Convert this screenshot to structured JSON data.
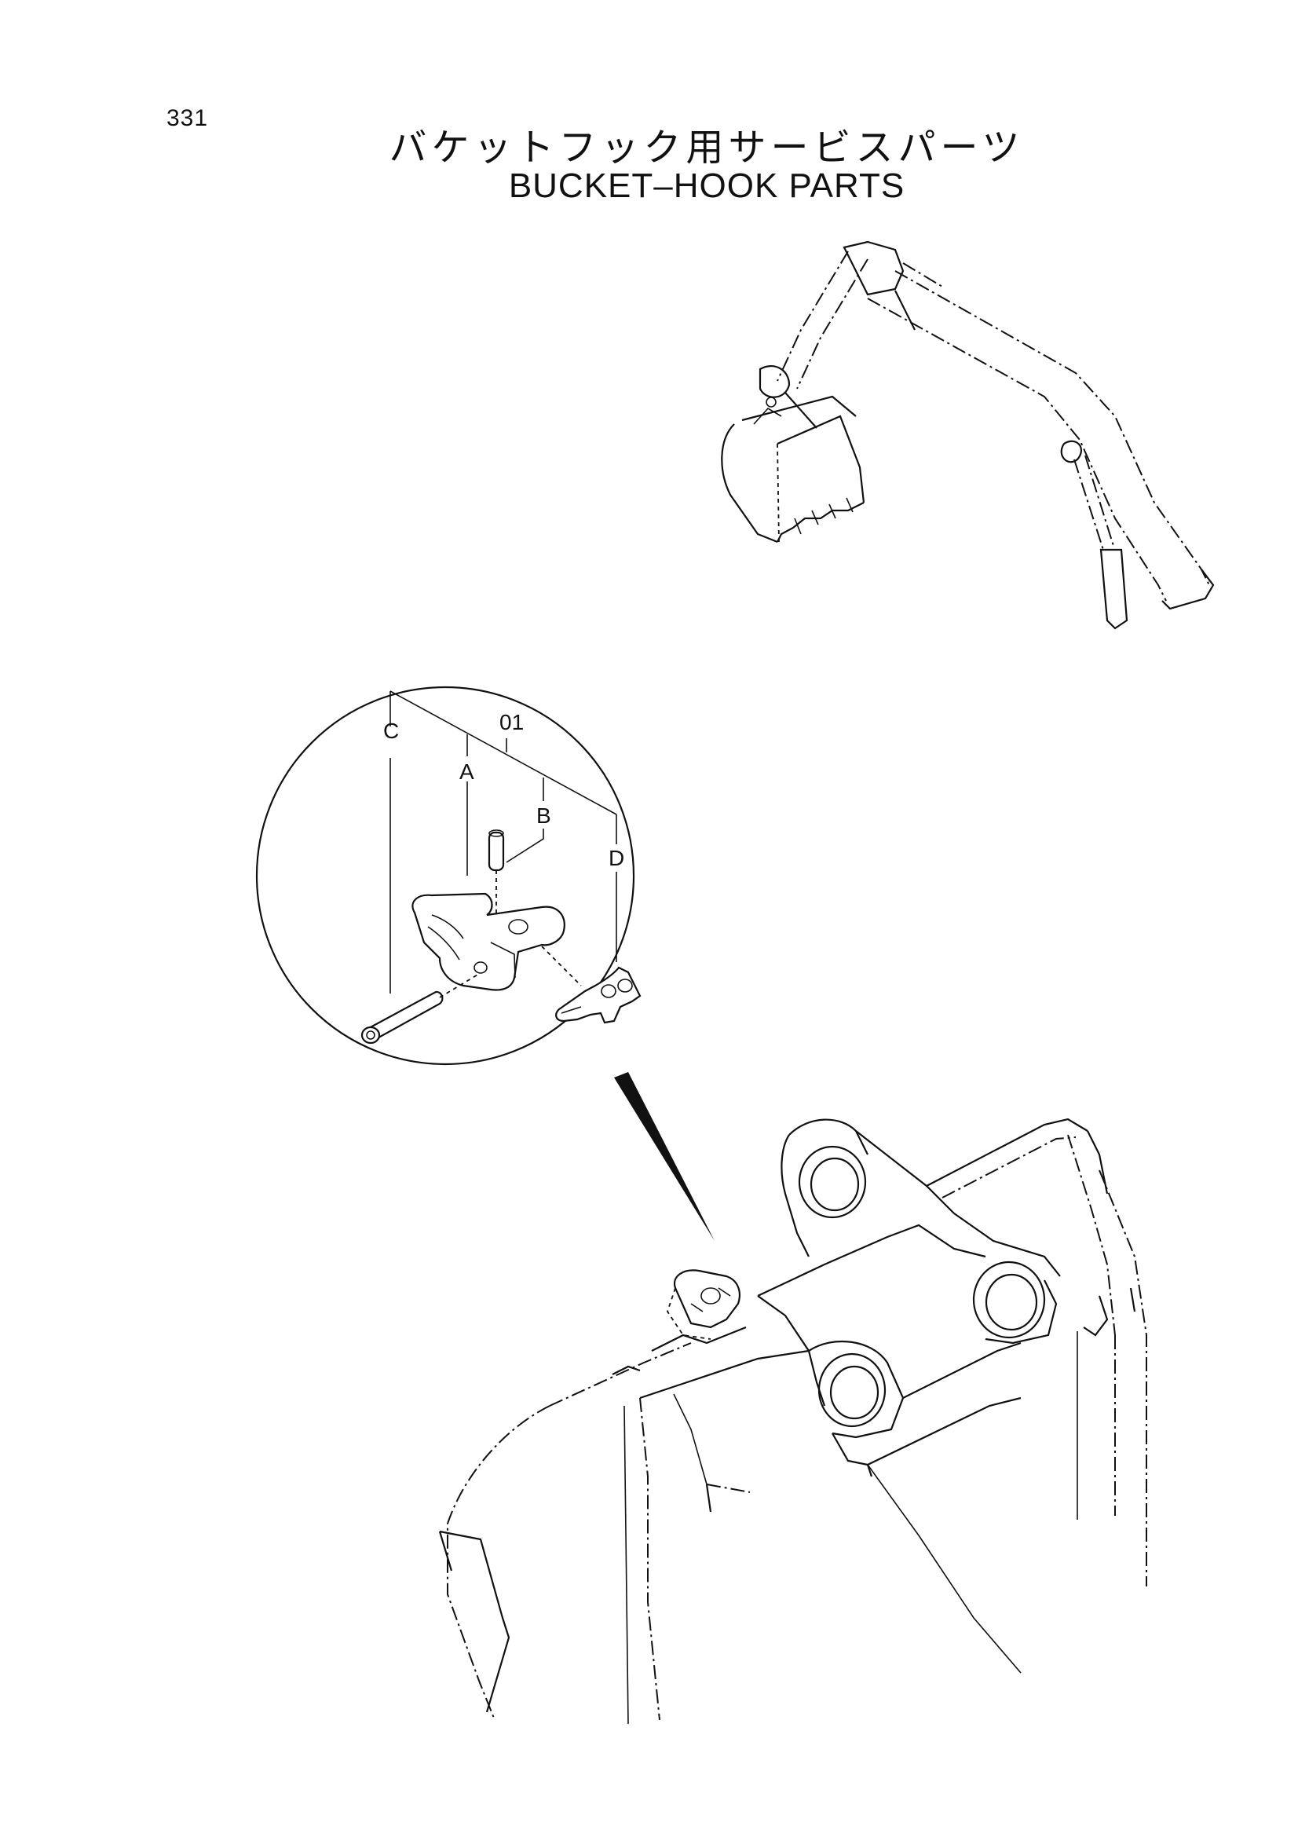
{
  "header": {
    "page_number": "331",
    "title_jp": "バケットフック用サービスパーツ",
    "title_en": "BUCKET–HOOK  PARTS"
  },
  "callouts": {
    "item": "01",
    "a": "A",
    "b": "B",
    "c": "C",
    "d": "D"
  }
}
